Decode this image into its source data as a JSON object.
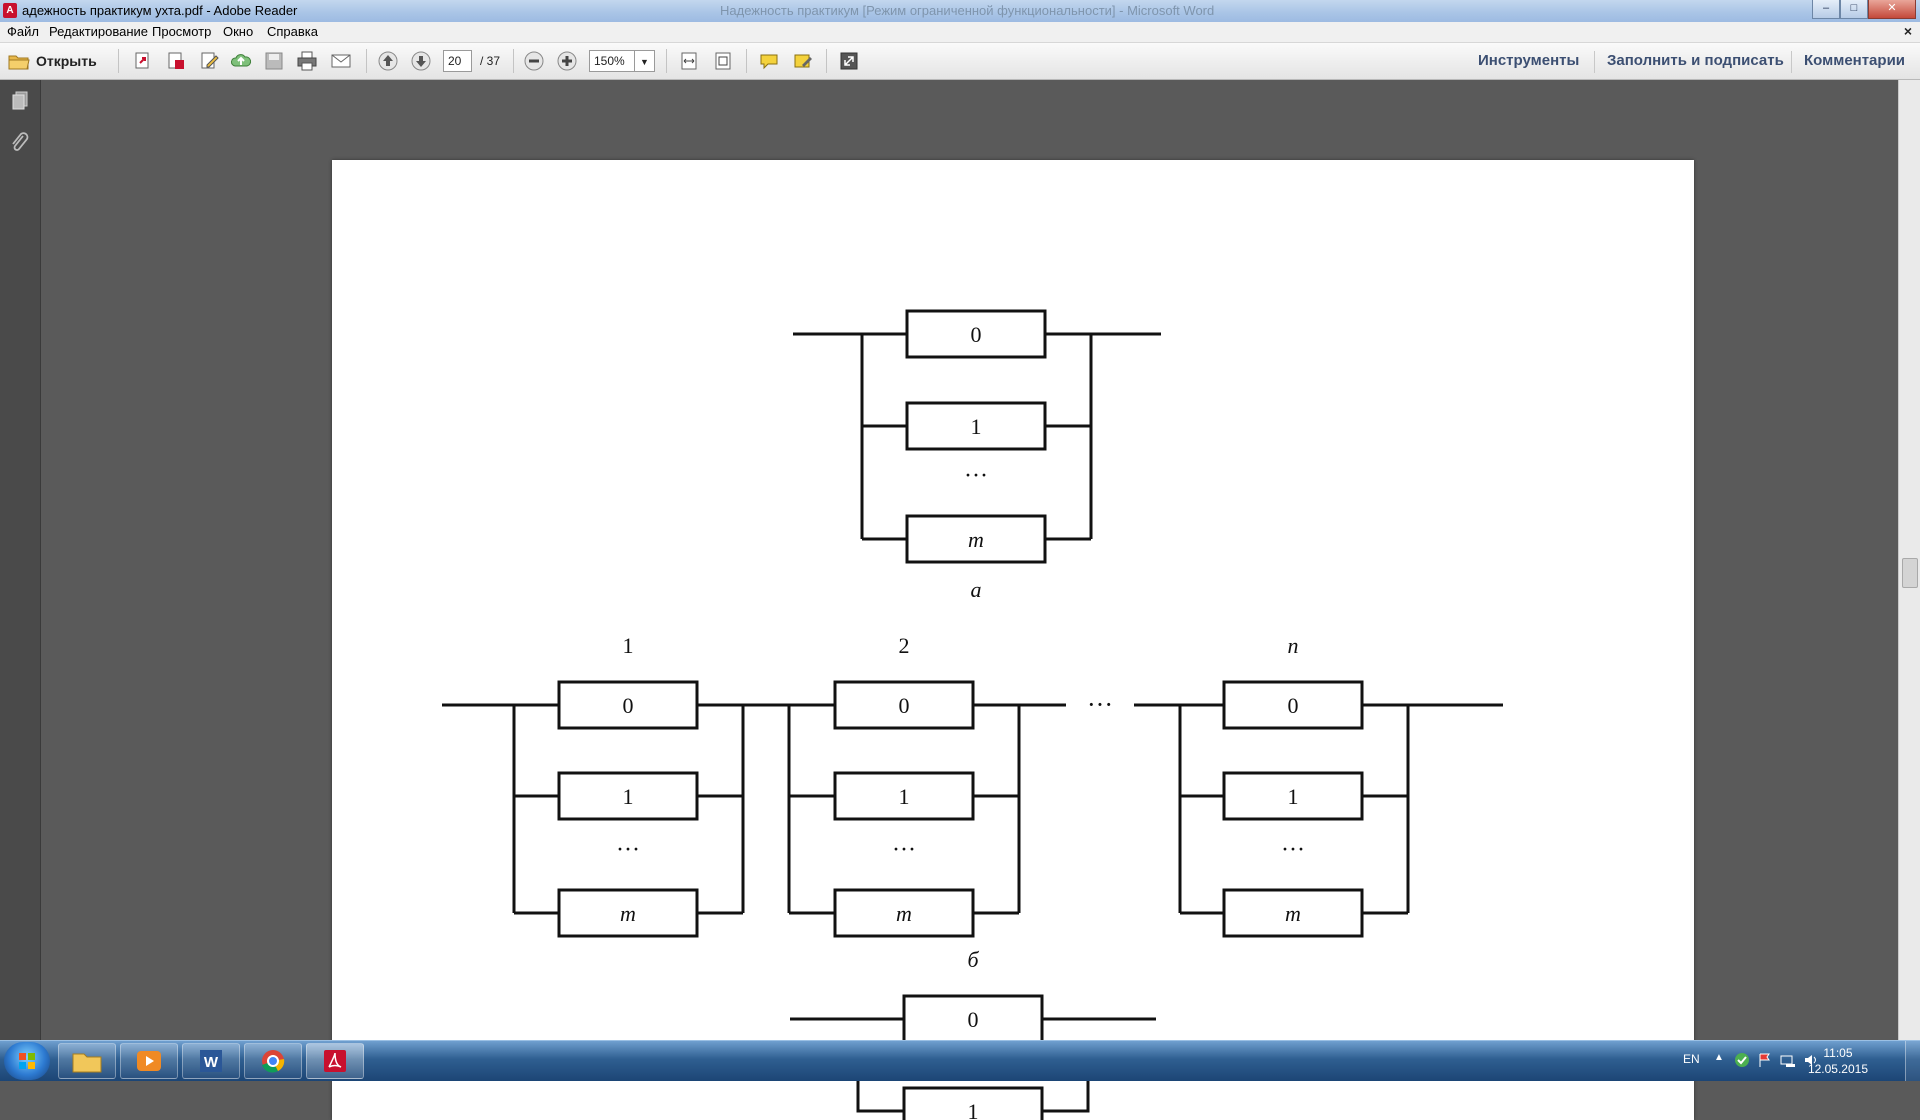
{
  "window": {
    "title": "адежность практикум ухта.pdf - Adobe Reader",
    "ghost_title": "Надежность практикум [Режим ограниченной функциональности] - Microsoft Word",
    "buttons": {
      "minimize": "–",
      "maximize": "□",
      "close": "✕"
    }
  },
  "menu": {
    "items": [
      "Файл",
      "Редактирование",
      "Просмотр",
      "Окно",
      "Справка"
    ],
    "close_doc": "×"
  },
  "toolbar": {
    "open_label": "Открыть",
    "page_current": "20",
    "page_total": "/ 37",
    "zoom": "150%",
    "right_links": [
      "Инструменты",
      "Заполнить и подписать",
      "Комментарии"
    ]
  },
  "diagram": {
    "fig_a": {
      "labels": [
        "0",
        "1",
        "m"
      ],
      "dots": "···",
      "caption": "а"
    },
    "fig_b": {
      "group_labels": [
        "1",
        "2",
        "n"
      ],
      "element_labels": [
        "0",
        "1",
        "m"
      ],
      "dots": "···",
      "between_dots": "···",
      "caption": "б"
    },
    "fig_c": {
      "labels": [
        "0",
        "1"
      ]
    }
  },
  "taskbar": {
    "lang": "EN",
    "time": "11:05",
    "date": "12.05.2015"
  }
}
